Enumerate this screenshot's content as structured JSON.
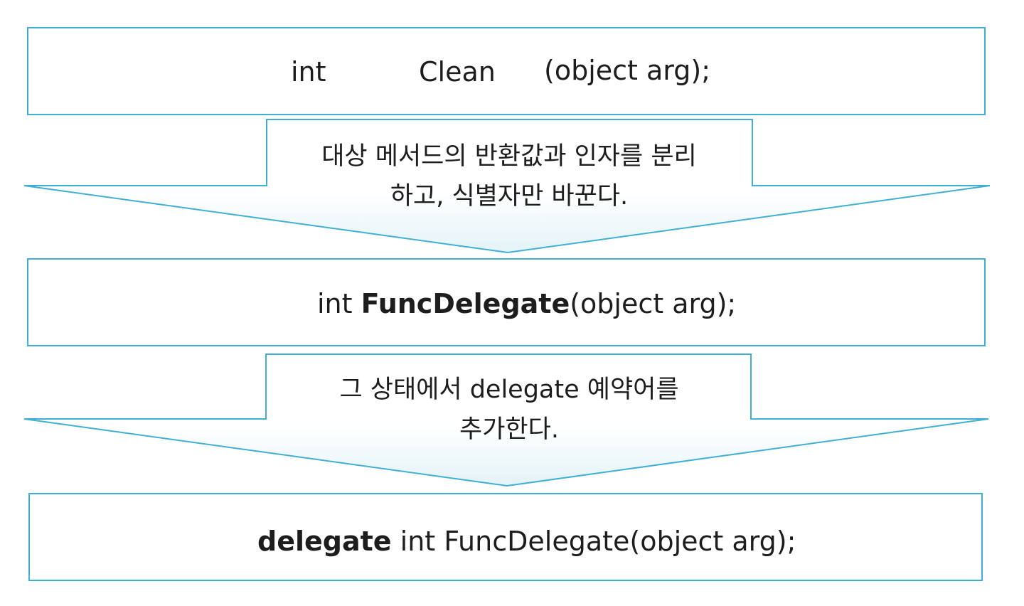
{
  "box1": {
    "ret": "int",
    "name": "Clean",
    "params": "(object arg);"
  },
  "step1": {
    "line1": "대상 메서드의 반환값과 인자를 분리",
    "line2": "하고, 식별자만 바꾼다."
  },
  "box2": {
    "ret": "int",
    "name": "FuncDelegate",
    "params": "(object arg);"
  },
  "step2": {
    "line1": "그 상태에서 delegate 예약어를",
    "line2": "추가한다."
  },
  "box3": {
    "keyword": "delegate",
    "rest": "int FuncDelegate(object arg);"
  }
}
